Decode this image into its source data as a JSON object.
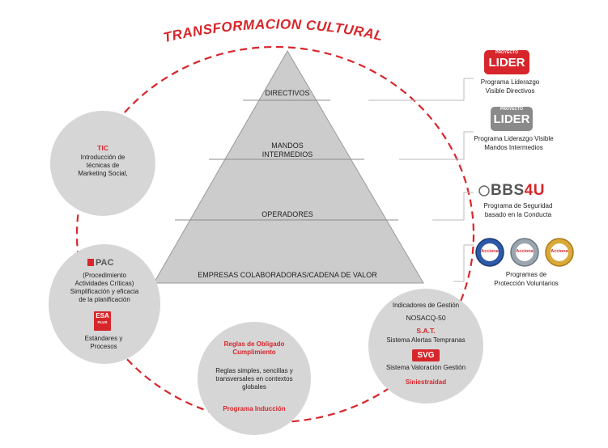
{
  "title": "TRANSFORMACION CULTURAL",
  "colors": {
    "accent": "#d7262b",
    "circle": "#d6d6d6",
    "pyramid": "#cccccc",
    "bbs_blue": "#1f4f8f",
    "gold": "#c99a2e"
  },
  "pyramid": {
    "levels": [
      "DIRECTIVOS",
      "MANDOS\nINTERMEDIOS",
      "OPERADORES",
      "EMPRESAS COLABORADORAS/CADENA DE VALOR"
    ]
  },
  "right_programs": [
    {
      "logo_text": "LIDER",
      "logo_small": "PROYECTO",
      "logo_color": "#d7262b",
      "caption": "Programa Liderazgo\nVisible Directivos"
    },
    {
      "logo_text": "LIDER",
      "logo_small": "PROYECTO",
      "logo_color": "#8a8a8a",
      "caption": "Programa Liderazgo  Visible\nMandos Intermedios"
    },
    {
      "logo_text": "BBS",
      "logo_accent": "4U",
      "caption": "Programa de Seguridad\nbasado en la Conducta"
    },
    {
      "seals": [
        "Acciona",
        "Acciona",
        "Acciona"
      ],
      "caption": "Programas de\nProtección Voluntarios"
    }
  ],
  "circles": {
    "tic": {
      "title": "TIC",
      "body": "Introducción de\ntécnicas de\nMarketing Social,"
    },
    "pac": {
      "logo": "PAC",
      "body": "(Procedimiento\nActividades Críticas)\nSimplificación y eficacia\nde la planificación",
      "esa_logo": "ESA",
      "esa_sub": "PLUS",
      "footer": "Estándares y\nProcesos"
    },
    "reglas": {
      "title": "Reglas  de Obligado\nCumplimiento",
      "body": "Reglas simples, sencillas y\ntransversales en contextos\nglobales",
      "footer": "Programa Inducción"
    },
    "indicadores": {
      "line1": "Indicadores de Gestión",
      "line2": "NOSACQ-50",
      "sat": "S.A.T.",
      "sat_desc": "Sistema Alertas Tempranas",
      "svg_logo": "SVG",
      "svg_desc": "Sistema Valoración Gestión",
      "footer": "Siniestraidad"
    }
  }
}
